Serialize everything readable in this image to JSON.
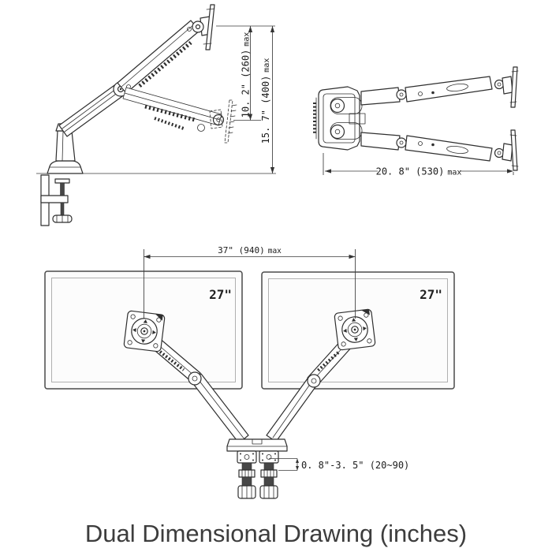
{
  "caption": {
    "text": "Dual Dimensional Drawing (inches)"
  },
  "views": {
    "side": {
      "dim_lift_range": {
        "value": "10. 2\" (260)",
        "suffix": "max"
      },
      "dim_max_height": {
        "value": "15. 7\" (400)",
        "suffix": "max"
      }
    },
    "top": {
      "dim_max_extension": {
        "value": "20. 8\" (530)",
        "suffix": "max"
      }
    },
    "front": {
      "monitor_left_size": "27\"",
      "monitor_right_size": "27\"",
      "dim_monitor_span": {
        "value": "37\" (940)",
        "suffix": "max"
      },
      "dim_desk_thickness": "0. 8\"-3. 5\" (20~90)"
    }
  },
  "colors": {
    "line": "#2f2f2f",
    "dim_line": "#3a3a3a",
    "dim_text": "#1b1b1b",
    "caption_text": "#3d3d3d",
    "monitor_fill": "#fcfcfc",
    "inner_bezel": "#b0b0b0",
    "dark_fill": "#474747",
    "background": "#ffffff"
  }
}
